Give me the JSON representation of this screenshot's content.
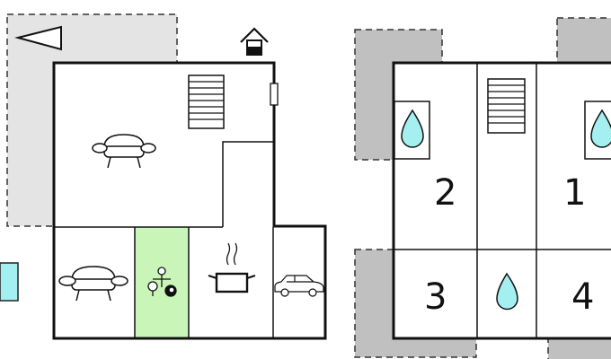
{
  "floor_ground": {
    "icons": {
      "north_arrow": "north-arrow-icon",
      "entrance": "house-entrance-icon",
      "stairs": "stairs-icon",
      "sofa": "sofa-icon",
      "games": "table-tennis-billiards-icon",
      "kitchen": "cooking-pot-icon",
      "garage": "car-icon",
      "pool": "pool-icon"
    },
    "colors": {
      "terrace": "#e4e4e4",
      "games_room": "#c9f5b9",
      "pool": "#a4efef",
      "wall": "#111111"
    }
  },
  "floor_upper": {
    "rooms": [
      {
        "id": "room-2",
        "label": "2"
      },
      {
        "id": "room-1",
        "label": "1"
      },
      {
        "id": "room-3",
        "label": "3"
      },
      {
        "id": "room-4",
        "label": "4"
      }
    ],
    "icons": {
      "stairs": "stairs-icon",
      "bathroom": "water-drop-icon"
    },
    "colors": {
      "balcony": "#c0c0c0",
      "drop": "#a4efef"
    }
  }
}
